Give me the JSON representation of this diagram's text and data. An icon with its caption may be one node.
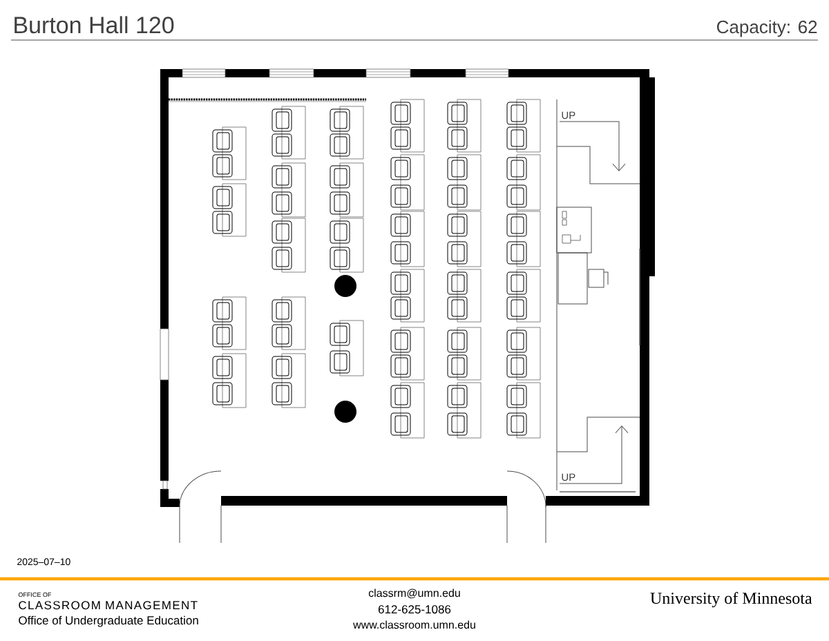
{
  "diagram": {
    "title": "Burton Hall 120",
    "labels": [
      "Capacity: 62",
      "UP",
      "UP",
      "2025–07–10",
      "OFFICE OF",
      "CLASSROOM MANAGEMENT",
      "Office of Undergraduate Education",
      "classrm@umn.edu",
      "612-625-1086",
      "www.classroom.umn.edu",
      "University of Minnesota"
    ]
  }
}
